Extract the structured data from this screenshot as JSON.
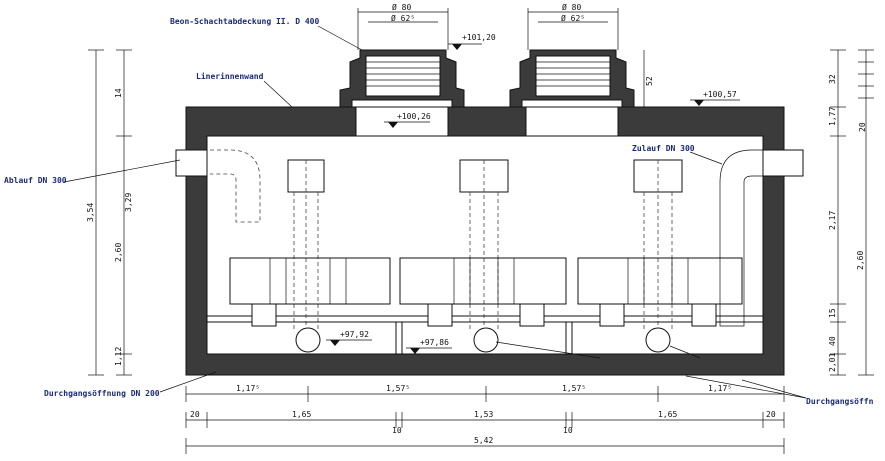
{
  "labels": {
    "cover": "Beon-Schachtabdeckung II. D 400",
    "liner": "Linerinnenwand",
    "outlet": "Ablauf DN 300",
    "inlet": "Zulauf DN 300",
    "passage_left": "Durchgangsöffnung DN 200",
    "passage_right": "Durchgangsöffn"
  },
  "levels": {
    "top_cover": "+101,20",
    "top_slab": "+100,57",
    "shaft_bottom": "+100,26",
    "floor_left": "+97,92",
    "floor_mid": "+97,86"
  },
  "top_dims": {
    "left_outer": "Ø 80",
    "left_inner": "Ø 62⁵",
    "right_outer": "Ø 80",
    "right_inner": "Ø 62⁵"
  },
  "bottom_dims": {
    "row1": [
      "1,17⁵",
      "1,57⁵",
      "1,57⁵",
      "1,17⁵"
    ],
    "row2": [
      "20",
      "1,65",
      "10",
      "1,53",
      "10",
      "1,65",
      "20"
    ],
    "total": "5,42"
  },
  "left_dims": [
    "3,54",
    "14",
    "3,29",
    "2,60",
    "1,12"
  ],
  "right_dims": [
    "32",
    "1,77",
    "20",
    "2,17",
    "40",
    "15",
    "2,01",
    "2,60"
  ]
}
